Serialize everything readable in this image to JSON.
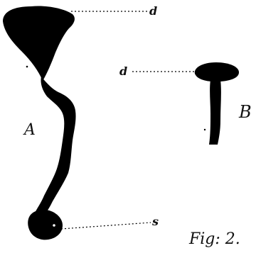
{
  "figure": {
    "caption": "Fig: 2.",
    "labels": {
      "A": "A",
      "B": "B",
      "d_top_A": "d",
      "s_bottom_A": "s",
      "d_B": "d"
    },
    "colors": {
      "ink": "#000000",
      "background": "#ffffff"
    }
  }
}
